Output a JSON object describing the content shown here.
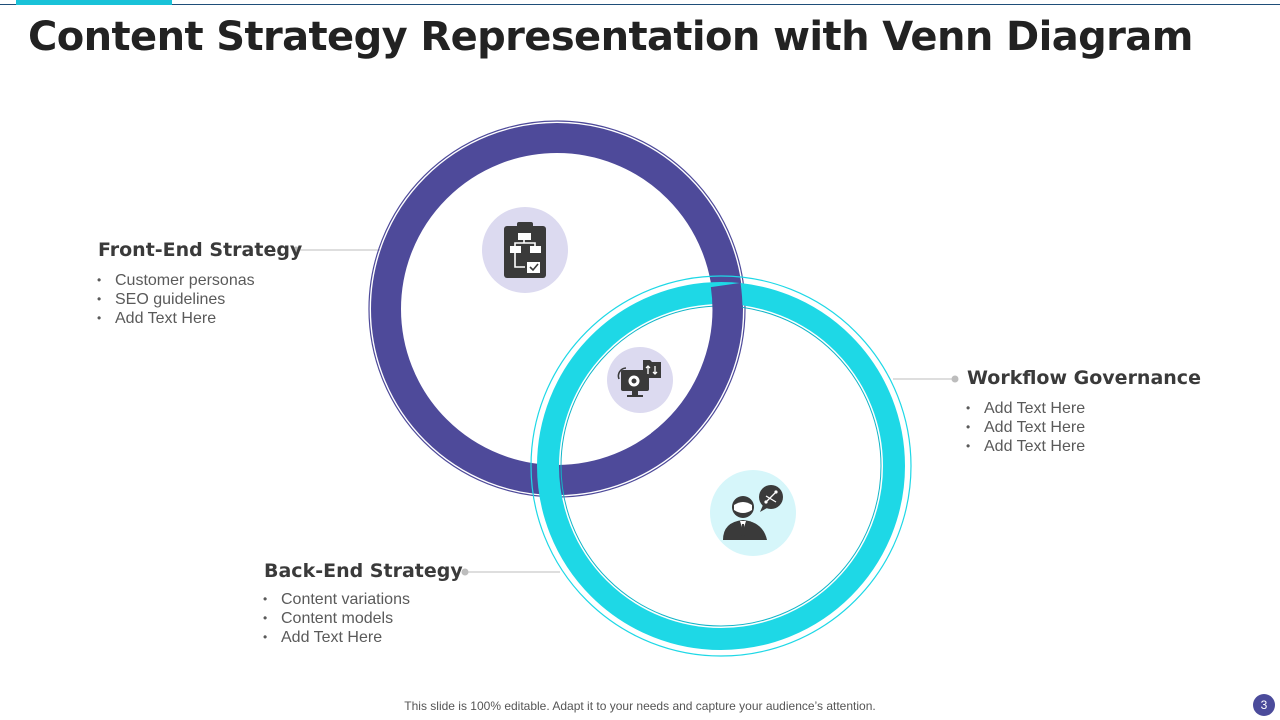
{
  "title": "Content Strategy Representation with Venn Diagram",
  "colors": {
    "primary": "#4e4a9a",
    "secondary": "#1ed8e6",
    "accent": "#19c2d8",
    "icon_bg_1": "#dcdaf0",
    "icon_bg_2": "#d6f6fa",
    "icon_dark": "#3a3a3a"
  },
  "sections": {
    "front_end": {
      "label": "Front-End Strategy",
      "items": [
        "Customer personas",
        "SEO guidelines",
        "Add Text Here"
      ]
    },
    "workflow": {
      "label": "Workflow Governance",
      "items": [
        "Add Text Here",
        "Add Text Here",
        "Add Text Here"
      ]
    },
    "back_end": {
      "label": "Back-End Strategy",
      "items": [
        "Content variations",
        "Content models",
        "Add Text Here"
      ]
    }
  },
  "icons": {
    "top": "clipboard-flowchart-icon",
    "center": "monitor-gear-sync-icon",
    "bottom": "businessman-chat-icon"
  },
  "footer": "This slide is 100% editable. Adapt it to your needs and capture your audience’s attention.",
  "page_number": "3"
}
